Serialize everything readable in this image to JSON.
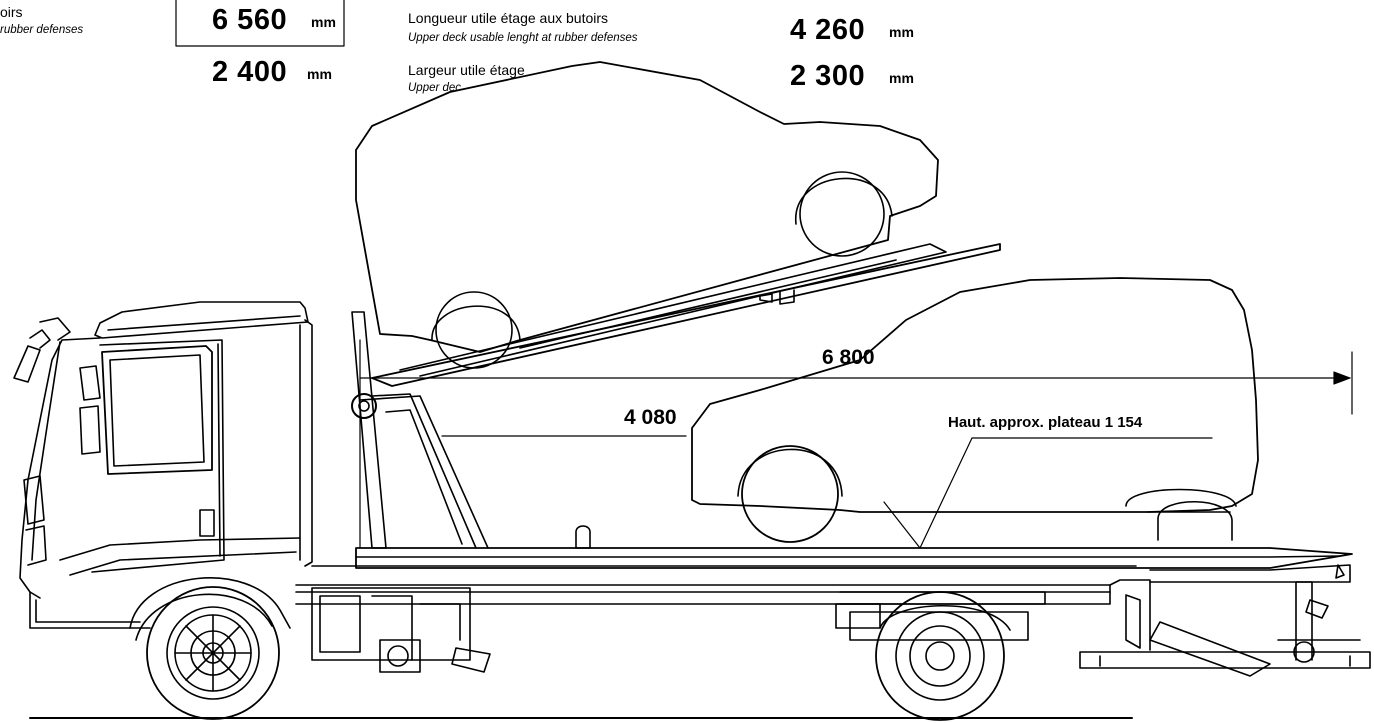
{
  "specs": {
    "lower_deck_length": {
      "label_partial": "oirs",
      "sublabel_partial": "rubber defenses",
      "value": "6 560",
      "unit": "mm"
    },
    "lower_deck_width": {
      "value": "2 400",
      "unit": "mm"
    },
    "upper_deck_length": {
      "label": "Longueur utile étage aux butoirs",
      "sublabel": "Upper deck usable lenght at rubber defenses",
      "value": "4 260",
      "unit": "mm"
    },
    "upper_deck_width": {
      "label": "Largeur utile étage",
      "sublabel": "Upper dec",
      "value": "2 300",
      "unit": "mm"
    }
  },
  "drawing": {
    "dim_overall": "6 800",
    "dim_upper": "4 080",
    "platform_height_label": "Haut. approx. plateau 1 154"
  }
}
